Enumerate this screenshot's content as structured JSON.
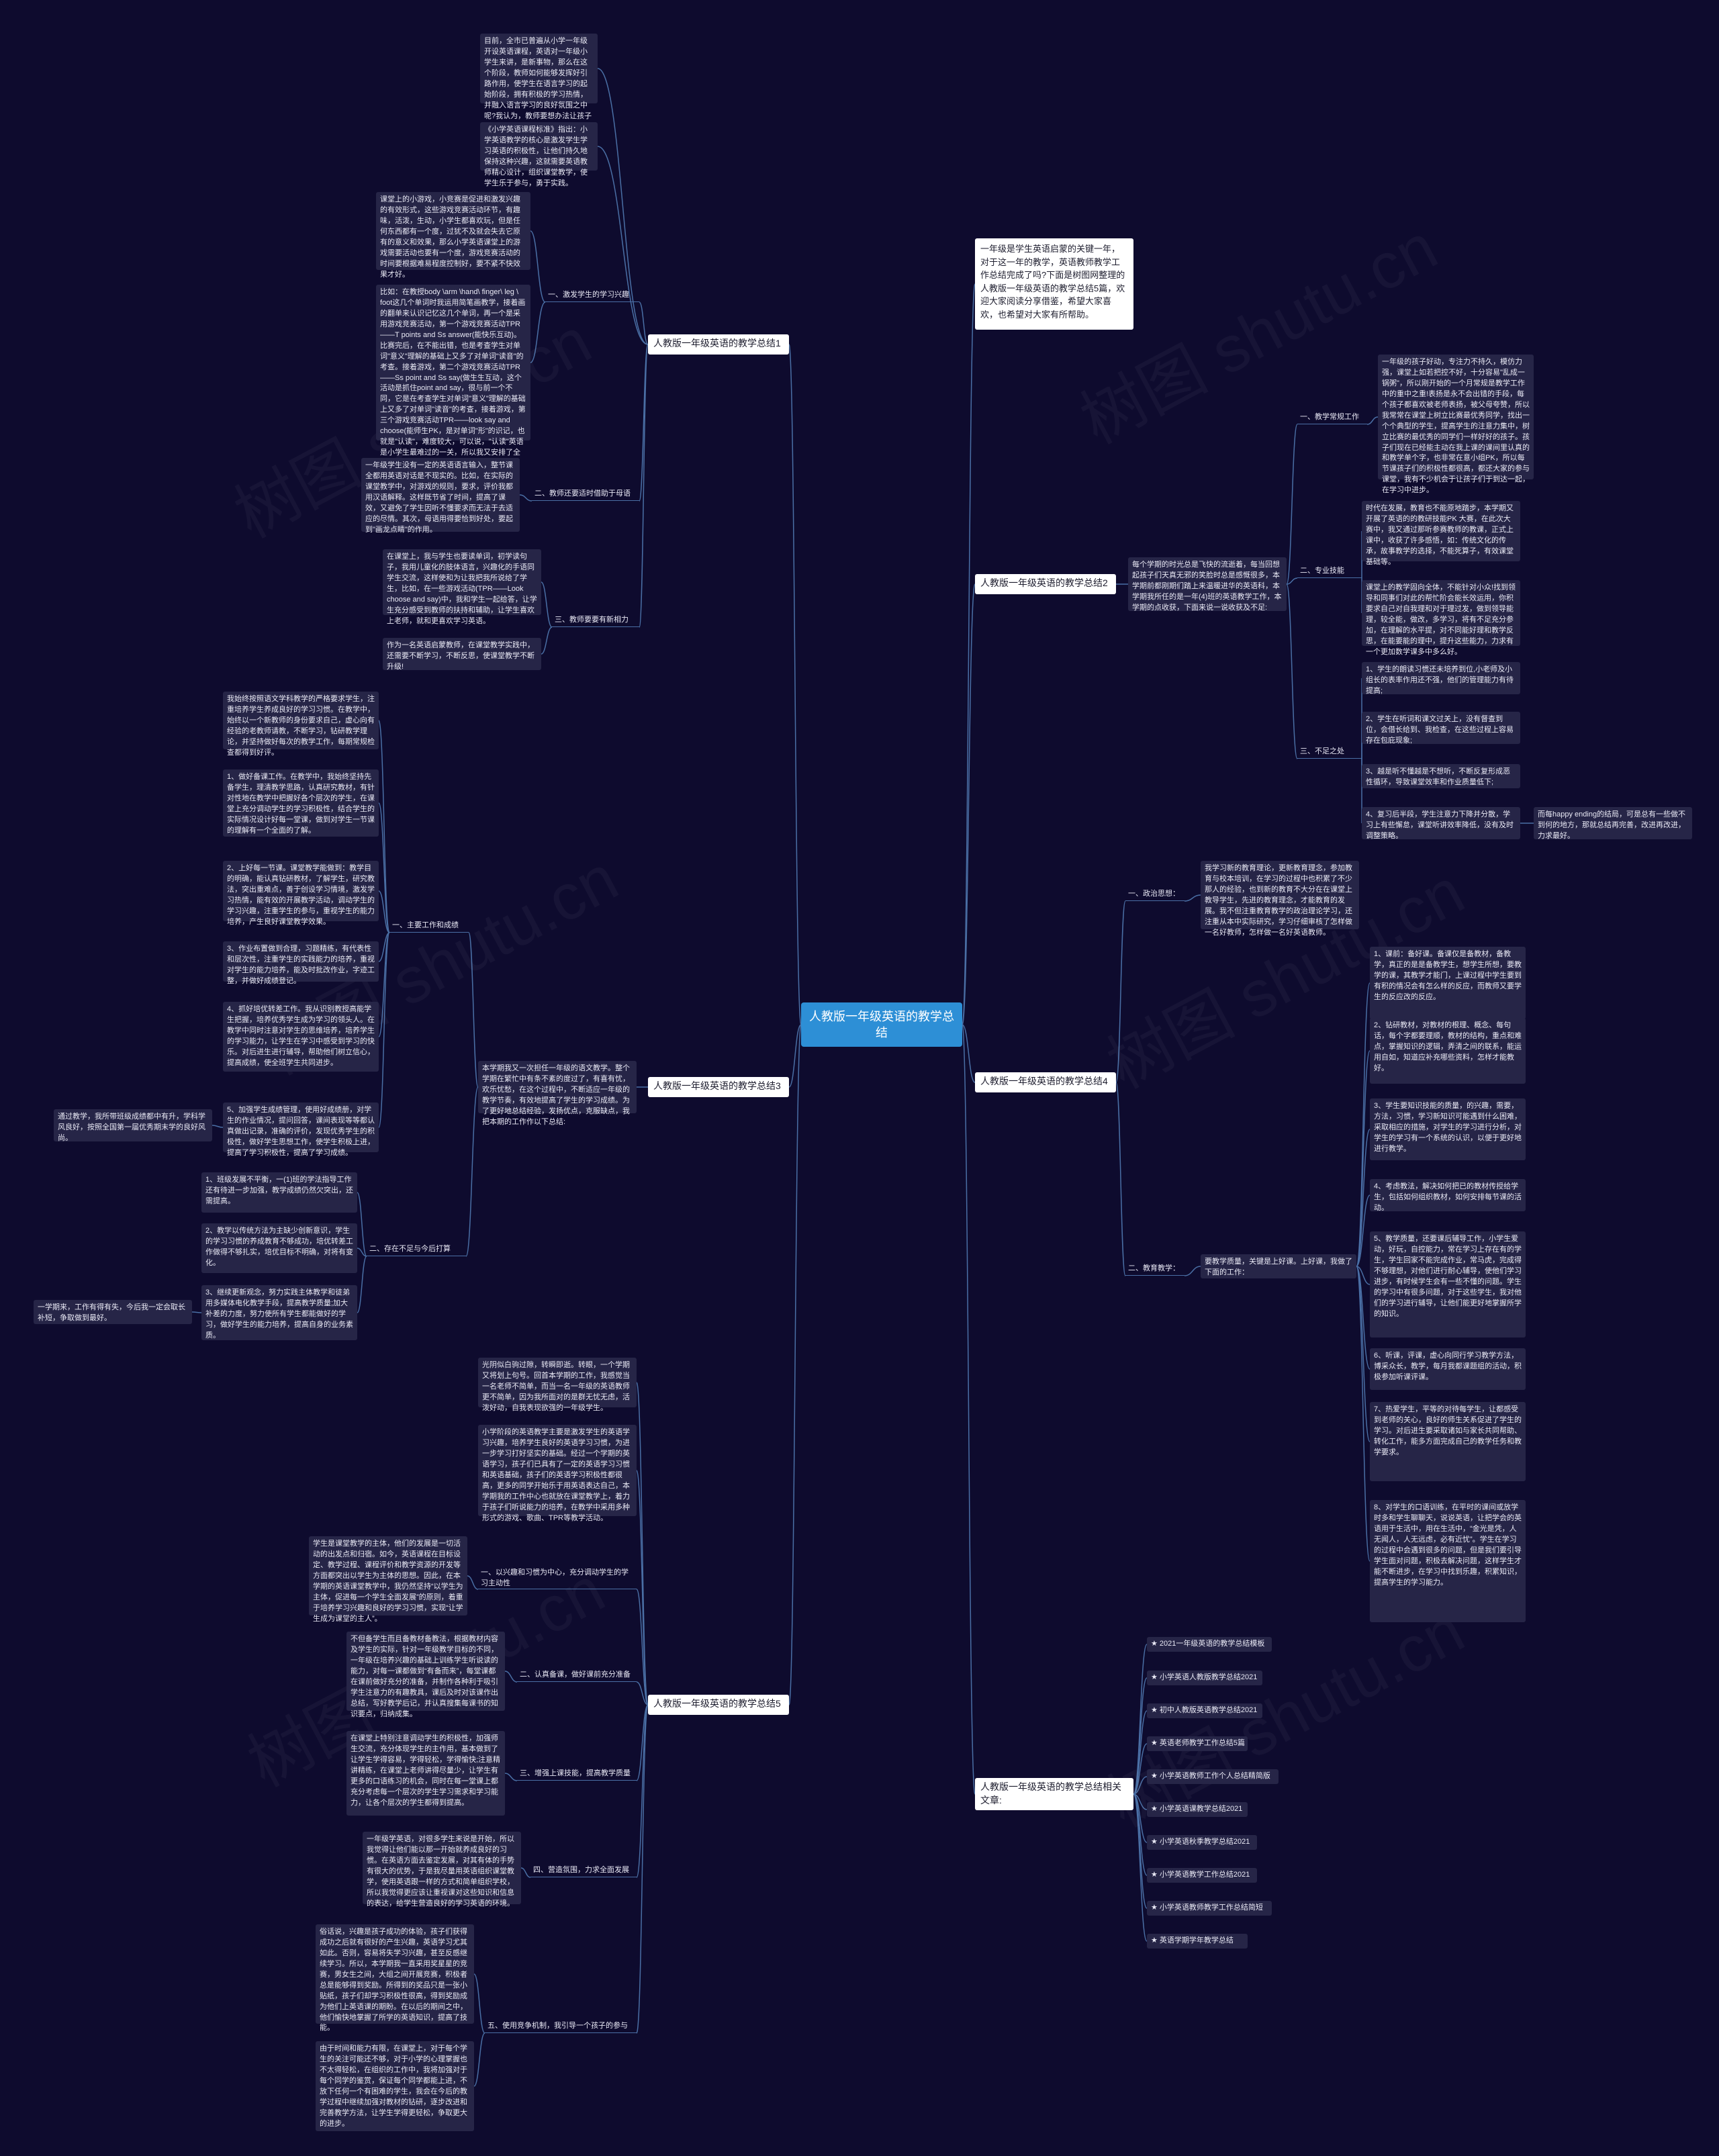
{
  "root": {
    "label": "人教版一年级英语的教学总结"
  },
  "intro": {
    "text": "一年级是学生英语启蒙的关键一年，对于这一年的教学，英语教师教学工作总结完成了吗?下面是树图网整理的人教版一年级英语的教学总结5篇，欢迎大家阅读分享借鉴，希望大家喜欢，也希望对大家有所帮助。"
  },
  "watermark": {
    "text": "树图 shutu.cn"
  },
  "branches": {
    "b1": {
      "label": "人教版一年级英语的教学总结1"
    },
    "b2": {
      "label": "人教版一年级英语的教学总结2"
    },
    "b3": {
      "label": "人教版一年级英语的教学总结3"
    },
    "b4": {
      "label": "人教版一年级英语的教学总结4"
    },
    "b5": {
      "label": "人教版一年级英语的教学总结5"
    },
    "b6": {
      "label": "人教版一年级英语的教学总结相关文章:"
    }
  },
  "s1": {
    "p1": "目前，全市已普遍从小学一年级开设英语课程，英语对一年级小学生来讲，是新事物，那么在这个阶段，教师如何能够发挥好引路作用，使学生在语言学习的起始阶段，拥有积极的学习热情，并融入语言学习的良好氛围之中呢?我认为，教师要想办法让孩子对英语产生兴趣的兴趣。",
    "p2": "《小学英语课程标准》指出：小学英语教学的核心是激发学生学习英语的积极性，让他们持久地保持这种兴趣，这就需要英语教师精心设计，组织课堂教学，使学生乐于参与，勇于实践。",
    "c1": "一、激发学生的学习兴趣",
    "c1a": "课堂上的小游戏，小竞赛是促进和激发兴趣的有效形式，这些游戏竞赛活动环节，有趣味，活泼，生动，小学生都喜欢玩，但是任何东西都有一个度，过犹不及就会失去它原有的意义和效果，那么小学英语课堂上的游戏需要活动也要有一个度，游戏竞赛活动的时间要根据难易程度控制好，要不紧不快效果才好。",
    "c1b": "比如：在教授body \\arm \\hand\\ finger\\ leg \\ foot这几个单词时我运用简笔画教学，接着画的翻单来认识记忆这几个单词，再一个是采用游戏竞赛活动，第一个游戏竞赛活动TPR——T points and Ss answer(能快乐互动)。比赛完后，在不能出错，也是考查学生对单词\"意义\"理解的基础上又多了对单词\"读音\"的考查。接着游戏，第二个游戏竞赛活动TPR——Ss point and Ss say(做生生互动，这个活动是抓住point and say，很与前一个不同，它是在考查学生对单词\"意义\"理解的基础上又多了对单词\"读音\"的考查，接着游戏，第三个游戏竞赛活动TPR——look say and choose(能师生PK，是对单词\"形\"的识记，也就是\"认读\"，难度较大，可以说，\"认读\"英语是小学生最难过的一关，所以我又安排了全体学生。",
    "c2": "二、教师还要适时借助于母语",
    "c2a": "一年级学生没有一定的英语语言输入，整节课全都用英语对话是不现实的。比如，在实际的课堂教学中，对游戏的规则，要求，评价我都用汉语解释。这样既节省了时间，提高了课效，又避免了学生因听不懂要求而无法于去适应的尽情。其次，母语用得要恰到好处，要起到\"画龙点睛\"的作用。",
    "c3": "三、教师要要有新相力",
    "c3a": "在课堂上，我与学生也要读单词，初学读句子，我用儿童化的肢体语言，兴趣化的手语同学生交流，这样使和为让我把我所说给了学生，比如，在一些游戏活动(TPR——Look choose and say)中，我和学生一起给答，让学生充分感受到教师的扶持和辅助，让学生喜欢上老师，就和更喜欢学习英语。",
    "c3b": "作为一名英语启蒙教师，在课堂教学实践中，还需要不断学习，不断反思，使课堂教学不断升级!"
  },
  "s2": {
    "lead": "每个学期的时光总是飞快的流逝着，每当回想起孩子们天真无邪的笑脸时总是感慨很多，本学期前都刚期们踏上来温暖进华的英语科，本学期我所任的是一年(4)班的英语教学工作，本学期的点收获，下面来说一说收获及不足:",
    "t1": "一、教学常规工作",
    "t1a": "一年级的孩子好动，专注力不持久，模仿力强，课堂上如若把控不好，十分容易\"乱成一锅粥\"，所以刚开始的一个月常规是教学工作中的重中之重!表扬是永不会出错的手段，每个孩子都喜欢被老师表扬，被父母夸赞，所以我常常在课堂上树立比赛最优秀同学，找出一个个典型的学生，提高学生的注意力集中，树立比赛的最优秀的同学们一样好好的孩子。孩子们现在已经能主动在我上课的课间里认真的和教学单个字，也非常在意小组PK，所以每节课孩子们的积极性都很高，都还大家的参与课堂，我有不少机会于让孩子们于到达一起，在学习中进步。",
    "t2": "二、专业技能",
    "t2a": "时代在发展，教育也不能原地踏步，本学期又开展了英语的的教研技能PK 大赛，在此次大赛中，我又通过那听参赛教师的教课，正式上课中，收获了许多感悟，如：传统文化的传承，故事教学的选择，不能死算子，有效课堂基础等。",
    "t2b": "课堂上的教学固向全体，不能针对小众!找到领导和同事们对此的帮忙阶会能长效运用，你积要求自己对自我理和对于理过发，做到领导能理，较全能，做改，多学习，将有不足充分参加，在理解的水平提，对不同能好理和教学反思，在能要能的理中，提升这些能力，力求有一个更加数学课多中多么好。",
    "t3": "三、不足之处",
    "t3a": "1、学生的朗读习惯还未培养到位,小老师及小组长的表率作用还不强，他们的管理能力有待提高;",
    "t3b": "2、学生在听词和课文过关上，没有督查到位，会借长给到、我检查，在这些过程上容易存在包庇现象;",
    "t3c": "3、越是听不懂越是不想听，不断反复形成恶性循环，导致课堂效率和作业质量低下;",
    "t3d": "4、复习后半段，学生注意力下降并分散，学习上有些懈怠，课堂听讲效率降低，没有及时调整策略。",
    "t3e": "而每happy ending的结局，可是总有一些做不到何的地方，那就总结再完善，改进再改进，力求最好。"
  },
  "s3": {
    "lead": "本学期我又一次担任一年级的语文教学。整个学期在繁忙中有条不紊的度过了，有喜有忧，欢乐忧愁，在这个过程中，不断适应一年级的教学节奏，有效地提高了学生的学习成绩。为了更好地总结经验，发扬优点，克服缺点，我把本期的工作作以下总结:",
    "k1": "一、主要工作和成绩",
    "k1a": "我始终按照语文学科教学的严格要求学生，注重培养学生养成良好的学习习惯。在教学中，始终以一个新教师的身份要求自己，虚心向有经验的老教师请教，不断学习，钻研教学理论，并坚持做好每次的教学工作，每期常规检查都得到好评。",
    "k1b": "1、做好备课工作。在教学中，我始终坚持先备学生，理清教学思路，认真研究教材，有针对性地在教学中把握好各个层次的学生，在课堂上充分调动学生的学习积极性，结合学生的实际情况设计好每一堂课，做到对学生一节课的理解有一个全面的了解。",
    "k1c": "2、上好每一节课。课堂教学能做到：教学目的明确，能认真钻研教材，了解学生，研究教法，突出重难点，善于创设学习情境，激发学习热情，能有效的开展教学活动，调动学生的学习兴趣，注重学生的参与，重视学生的能力培养，产生良好课堂教学效果。",
    "k1d": "3、作业布置做到合理，习题精练，有代表性和层次性，注重学生的实践能力的培养，重视对学生的能力培养，能及时批改作业，字迹工整，并做好成绩登记。",
    "k1e": "4、抓好培优转差工作。我从识别教授高能学生把握，培养优秀学生成为学习的领头人。在教学中同时注意对学生的思维培养，培养学生的学习能力，让学生在学习中感受到学习的快乐。对后进生进行辅导，帮助他们树立信心，提高成绩，使全班学生共同进步。",
    "k1f": "5、加强学生成绩管理，使用好成绩册，对学生的作业情况，提问回答，课间表现等等都认真做出记录，准确的评价，发现优秀学生的积极性，做好学生思想工作，使学生积极上进，提高了学习积极性，提高了学习成绩。",
    "k1g": "通过教学，我所带班级成绩都中有升，学科学风良好，按照全国第一届优秀期末学的良好风尚。",
    "k2": "二、存在不足与今后打算",
    "k2a": "1、班级发展不平衡，一(1)班的学法指导工作还有待进一步加强，教学成绩仍然欠突出，还需提高。",
    "k2b": "2、教学以传统方法为主缺少创新意识，学生的学习习惯的养成教育不够成功，培优转差工作做得不够扎实，培优目标不明确，对将有变化。",
    "k2c": "3、继续更新观念，努力实践主体教学和徒弟用多媒体电化教学手段，提高教学质量;加大补差的力度，努力使所有学生都能做好的学习，做好学生的能力培养，提高自身的业务素质。",
    "k2d": "一学期来，工作有得有失，今后我一定会取长补短，争取做到最好。"
  },
  "s4": {
    "e1": "一、政治思想：",
    "e1a": "我学习新的教育理论，更新教育理念，参加教育与校本培训，在学习的过程中也积累了不少那人的经验，也到新的教育不大分在在课堂上教导学生，先进的教育理念，才能教育的发展。我不但注重教育教学的政治理论学习，还注重从本中实际研究，学习仔细审核了怎样做一名好教师，怎样做一名好英语教师。",
    "e2": "二、教育教学：",
    "e2lead": "要教学质量，关键是上好课。上好课，我做了下面的工作：",
    "e2a": "1、课前：备好课。备课仅是备教材，备教学，真正的是是备教学生，想学生所想，要教学的课，其教学才能门，上课过程中学生要到有积的情况会有怎么样的反应，而教师又要学生的反应改的反应。",
    "e2b": "2、钻研教材，对教材的根理、概念、每句话，每个字都要理顺，教材的结构，重点和难点，掌握知识的逻辑，弄清之间的联系，能运用自如，知道应补充哪些资料，怎样才能教好。",
    "e2c": "3、学生要知识技能的质量，的兴趣，需要，方法，习惯，学习新知识可能遇到什么困难，采取相应的措施，对学生的学习进行分析，对学生的学习有一个系统的认识，以便于更好地进行教学。",
    "e2d": "4、考虑教法，解决如何把已的教材传授给学生，包括如何组织教材，如何安排每节课的活动。",
    "e2e": "5、教学质量，还要课后辅导工作，小学生爱动，好玩，自控能力，常在学习上存在有的学生，学生回家不能完成作业，常马虎，完成得不够理想，对他们进行耐心辅导，使他们学习进步，有时候学生会有一些不懂的问题。学生的学习中有很多问题，对于这些学生，我对他们的学习进行辅导，让他们能更好地掌握所学的知识。",
    "e2f": "6、听课，评课，虚心向同行学习教学方法，博采众长，教学，每月我都课题组的活动，积极参加听课评课。",
    "e2g": "7、热爱学生，平等的对待每学生，让都感受到老师的关心，良好的师生关系促进了学生的学习。对后进生要采取诸如与家长共同帮助、转化工作，能多方面完成自己的教学任务和教学要求。",
    "e2h": "8、对学生的口语训练，在平时的课间或放学时多和学生聊聊天，说说英语，让把学会的英语用于生活中，用在生活中，“金光是凭，人无闻人，人无远虑，必有近忧”。学生在学习的过程中会遇到很多的问题，但是我们要引导学生面对问题，积极去解决问题，这样学生才能不断进步，在学习中找到乐趣，积累知识，提高学生的学习能力。"
  },
  "s5": {
    "p1": "光阴似白驹过隙，转瞬即逝。转眼，一个学期又将划上句号。回首本学期的工作，我感觉当一名老师不简单，而当一名一年级的英语教师更不简单，因为我所面对的是群无忧无虑，活泼好动，自我表现欲强的一年级学生。",
    "p2": "小学阶段的英语教学主要是激发学生的英语学习兴趣，培养学生良好的英语学习习惯，为进一步学习打好坚实的基础。经过一个学期的英语学习，孩子们已具有了一定的英语学习习惯和英语基础，孩子们的英语学习积极性都很高，更多的同学开始乐于用英语表达自己，本学期我的工作中心也就放在课堂教学上，着力于孩子们听说能力的培养，在教学中采用多种形式的游戏、歌曲、TPR等教学活动。",
    "f1": "一、以兴趣和习惯为中心，充分调动学生的学习主动性",
    "f1a": "学生是课堂教学的主体，他们的发展是一切活动的出发点和归宿。如今，英语课程在目标设定、教学过程、课程评价和教学资源的开发等方面都突出以学生为主体的思想。因此，在本学期的英语课堂教学中，我仍然坚持“以学生为主体，促进每一个学生全面发展”的原则，着重于培养学习兴趣和良好的学习习惯，实现“让学生成为课堂的主人”。",
    "f2": "二、认真备课，做好课前充分准备",
    "f2a": "不但备学生而且备教材备教法，根据教材内容及学生的实际，针对一年级教学目标的不同，一年级在培养兴趣的基础上训练学生听说读的能力，对每一课都做到“有备而来”，每堂课都在课前做好充分的准备，并制作各种利于吸引学生注意力的有趣教具，课后及时对该课作出总结，写好教学后记，并认真搜集每课书的知识要点，归纳成集。",
    "f3": "三、增强上课技能，提高教学质量",
    "f3a": "在课堂上特别注意调动学生的积极性，加强师生交流，充分体现学生的主作用，基本做到了让学生学得容易，学得轻松，学得愉快;注意精讲精练，在课堂上老师讲得尽量少，让学生有更多的口语练习的机会，同时在每一堂课上都充分考虑每一个层次的学生学习需求和学习能力，让各个层次的学生都得到提高。",
    "f4": "四、营造氛围，力求全面发展",
    "f4a": "一年级学英语，对很多学生来说是开始，所以我觉得让他们能以那一开始就养成良好的习惯。在英语方面去鉴定发展，对其有体的手势有很大的优势，于是我尽量用英语组织课堂教学，使用英语跟一样的方式和简单组织学校，所以我觉得更应该让重视课对这些知识和信息的表达，给学生营造良好的学习英语的环境。",
    "f5": "五、使用竞争机制，我引导一个孩子的参与",
    "f5a": "俗话说，兴趣是孩子成功的体验，孩子们获得成功之后就有很好的产生兴趣，英语学习尤其如此。否则，容易将失学习兴趣，甚至反感继续学习。所以，本学期我一直采用奖星星的竞赛，男女生之间，大组之间开展竞赛，积极者总是能够得到奖励。所得到的奖品只是一张小贴纸，孩子们却学习积极性很高，得到奖励成为他们上英语课的期盼。在以后的期间之中，他们愉快地掌握了所学的英语知识，提高了技能。",
    "f5b": "由于时间和能力有限，在课堂上，对于每个学生的关注可能还不够，对于小学的心理掌握也不太得轻松，在组织的工作中，我将加强对于每个同学的鉴赏，保证每个同学都能上进，不放下任何一个有困难的学生，我会在今后的教学过程中继续加强对教材的钻研，逐步改进和完善教学方法，让学生学得更轻松，争取更大的进步。"
  },
  "s6": {
    "items": [
      "★ 2021一年级英语的教学总结模板",
      "★ 小学英语人教版教学总结2021",
      "★ 初中人教版英语教学总结2021",
      "★ 英语老师教学工作总结5篇",
      "★ 小学英语教师工作个人总结精简版",
      "★ 小学英语课教学总结2021",
      "★ 小学英语秋季教学总结2021",
      "★ 小学英语教学工作总结2021",
      "★ 小学英语教师教学工作总结简短",
      "★ 英语学期学年教学总结"
    ]
  },
  "colors": {
    "background": "#0e0b2e",
    "root": "#2d8fd6",
    "link": "#4a6fa5",
    "leaf": "#262547"
  }
}
